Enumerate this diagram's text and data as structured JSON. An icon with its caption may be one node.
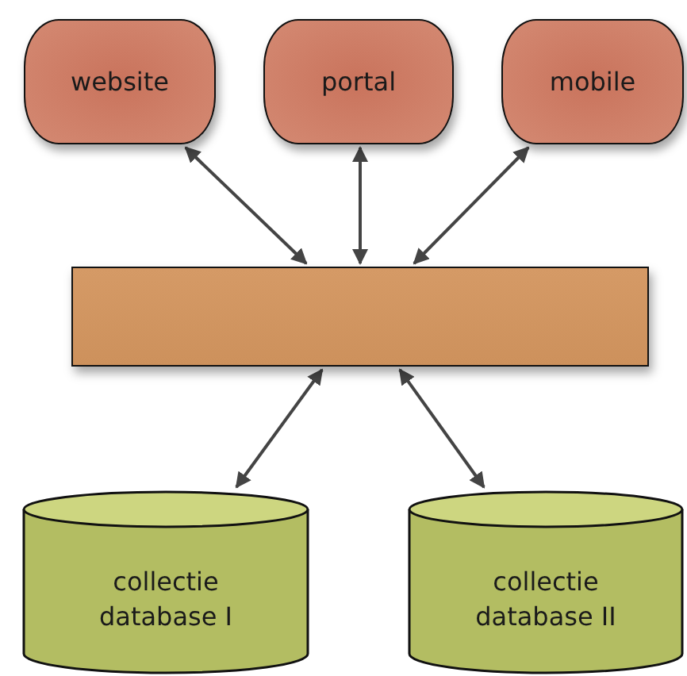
{
  "diagram": {
    "nodes": [
      {
        "text": [
          "website"
        ]
      },
      {
        "text": [
          "portal"
        ]
      },
      {
        "text": [
          "mobile"
        ]
      },
      {
        "text": [],
        "shape": "box"
      },
      {
        "text": [
          "collectie database I"
        ]
      },
      {
        "text": [
          "collectie database II"
        ]
      }
    ],
    "edges": [
      {
        "from": 0,
        "to": 3,
        "arrow": "both"
      },
      {
        "from": 1,
        "to": 3,
        "arrow": "both"
      },
      {
        "from": 2,
        "to": 3,
        "arrow": "both"
      },
      {
        "from": 3,
        "to": 4,
        "arrow": "both"
      },
      {
        "from": 3,
        "to": 5,
        "arrow": "both"
      }
    ]
  }
}
